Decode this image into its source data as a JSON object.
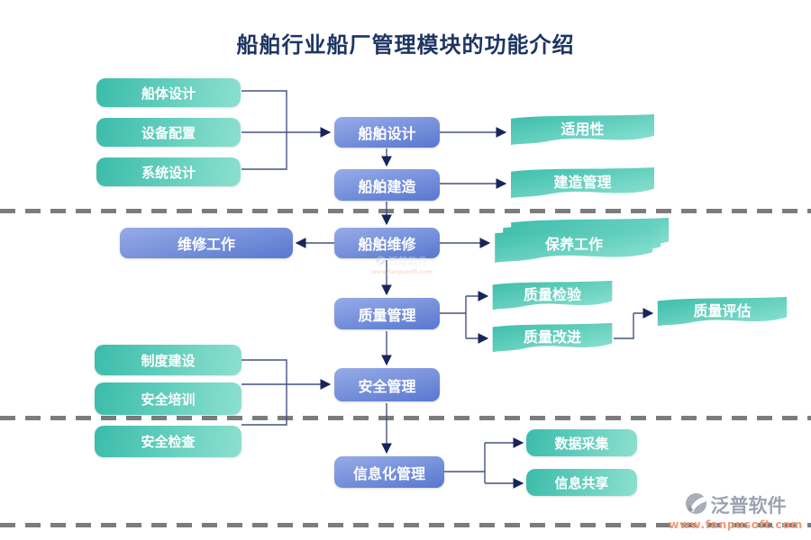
{
  "title": "船舶行业船厂管理模块的功能介绍",
  "nodes": {
    "hull_design": {
      "label": "船体设计"
    },
    "equipment_config": {
      "label": "设备配置"
    },
    "system_design": {
      "label": "系统设计"
    },
    "ship_design": {
      "label": "船舶设计"
    },
    "ship_build": {
      "label": "船舶建造"
    },
    "ship_maintain": {
      "label": "船舶维修"
    },
    "quality_mgmt": {
      "label": "质量管理"
    },
    "safety_mgmt": {
      "label": "安全管理"
    },
    "info_mgmt": {
      "label": "信息化管理"
    },
    "repair_work": {
      "label": "维修工作"
    },
    "applicability": {
      "label": "适用性"
    },
    "build_mgmt": {
      "label": "建造管理"
    },
    "upkeep_work": {
      "label": "保养工作"
    },
    "quality_check": {
      "label": "质量检验"
    },
    "quality_improve": {
      "label": "质量改进"
    },
    "quality_assess": {
      "label": "质量评估"
    },
    "data_collect": {
      "label": "数据采集"
    },
    "info_share": {
      "label": "信息共享"
    },
    "system_build": {
      "label": "制度建设"
    },
    "safety_train": {
      "label": "安全培训"
    },
    "safety_check": {
      "label": "安全检查"
    }
  },
  "edges": [
    {
      "from": "船体设计",
      "to": "船舶设计"
    },
    {
      "from": "设备配置",
      "to": "船舶设计"
    },
    {
      "from": "系统设计",
      "to": "船舶设计"
    },
    {
      "from": "船舶设计",
      "to": "船舶建造"
    },
    {
      "from": "船舶设计",
      "to": "适用性"
    },
    {
      "from": "船舶建造",
      "to": "建造管理"
    },
    {
      "from": "船舶建造",
      "to": "船舶维修"
    },
    {
      "from": "船舶维修",
      "to": "维修工作"
    },
    {
      "from": "船舶维修",
      "to": "保养工作"
    },
    {
      "from": "船舶维修",
      "to": "质量管理"
    },
    {
      "from": "质量管理",
      "to": "质量检验"
    },
    {
      "from": "质量管理",
      "to": "质量改进"
    },
    {
      "from": "质量改进",
      "to": "质量评估"
    },
    {
      "from": "质量管理",
      "to": "安全管理"
    },
    {
      "from": "制度建设",
      "to": "安全管理"
    },
    {
      "from": "安全培训",
      "to": "安全管理"
    },
    {
      "from": "安全检查",
      "to": "安全管理"
    },
    {
      "from": "安全管理",
      "to": "信息化管理"
    },
    {
      "from": "信息化管理",
      "to": "数据采集"
    },
    {
      "from": "信息化管理",
      "to": "信息共享"
    }
  ],
  "watermark": {
    "brand": "泛普软件",
    "url": "www.fanpusoft.com"
  },
  "colors": {
    "title": "#1d3563",
    "blue_box": "#5878cf",
    "teal_box": "#3bbcab",
    "dash_line": "#7c7c7c",
    "connector": "#46527f",
    "arrowhead": "#17255a",
    "watermark_brand": "#9ba3b1",
    "watermark_url": "#ee9b7d"
  }
}
